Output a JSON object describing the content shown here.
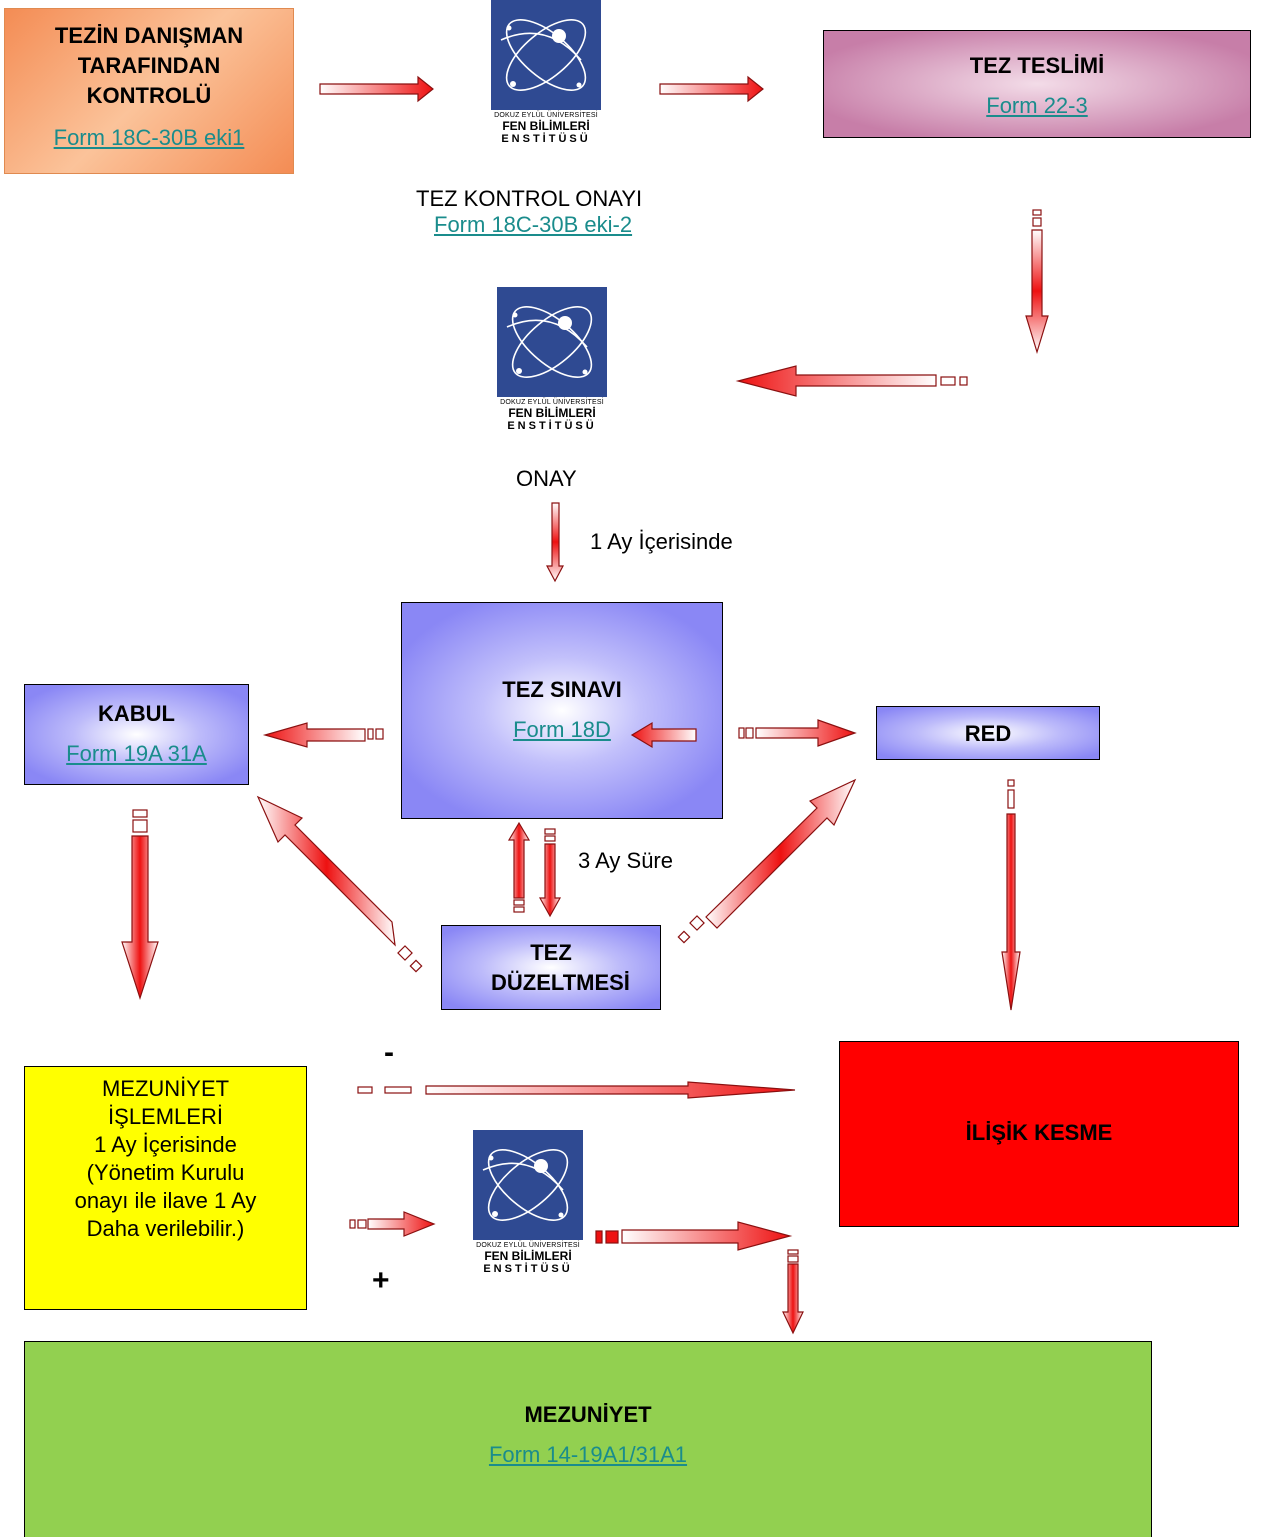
{
  "boxes": {
    "danisman": {
      "title": "TEZİN DANIŞMAN TARAFINDAN KONTROLÜ",
      "link": "Form 18C-30B eki1",
      "color": "#f7a26a"
    },
    "teslim": {
      "title": "TEZ TESLİMİ",
      "link": "Form 22-3",
      "color": "#c77ea8"
    },
    "sinav": {
      "title": "TEZ SINAVI",
      "link": "Form 18D",
      "color": "#8a87f5"
    },
    "kabul": {
      "title": "KABUL",
      "link": "Form 19A 31A",
      "color": "#8a87f5"
    },
    "red": {
      "title": "RED",
      "color": "#8a87f5"
    },
    "duzeltme": {
      "title": "TEZ DÜZELTMESİ",
      "color": "#8a87f5"
    },
    "mezuniyet_islemleri": {
      "lines": [
        "MEZUNİYET",
        "İŞLEMLERİ",
        "1 Ay İçerisinde",
        "(Yönetim Kurulu",
        "onayı ile ilave 1 Ay",
        "Daha verilebilir.)"
      ],
      "color": "#ffff00"
    },
    "ilisik": {
      "title": "İLİŞİK KESME",
      "color": "#ff0000"
    },
    "mezuniyet": {
      "title": "MEZUNİYET",
      "link": "Form 14-19A1/31A1",
      "color": "#92d050"
    }
  },
  "logo": {
    "line1": "DOKUZ EYLÜL ÜNİVERSİTESİ",
    "line2": "FEN BİLİMLERİ",
    "line3": "ENSTİTÜSÜ"
  },
  "labels": {
    "kontrol_onayi": "TEZ KONTROL ONAYI",
    "kontrol_onayi_link": "Form 18C-30B eki-2",
    "onay": "ONAY",
    "bir_ay": "1 Ay İçerisinde",
    "uc_ay": "3 Ay Süre",
    "minus": "-",
    "plus": "+"
  }
}
